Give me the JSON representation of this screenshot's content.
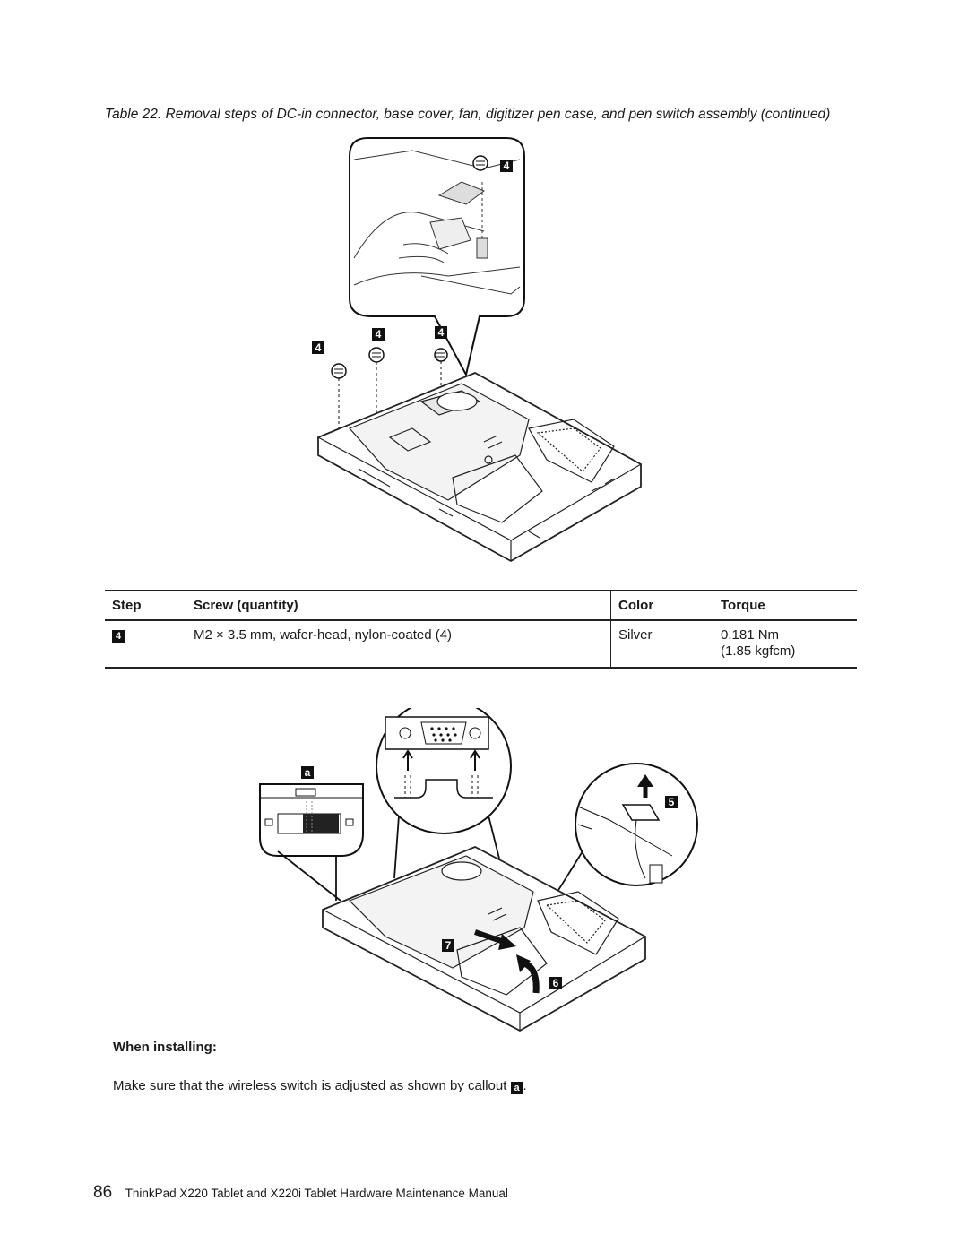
{
  "caption": "Table 22. Removal steps of DC-in connector, base cover, fan, digitizer pen case, and pen switch assembly (continued)",
  "figure_top": {
    "callouts": [
      "4",
      "4",
      "4",
      "4"
    ]
  },
  "table": {
    "headers": [
      "Step",
      "Screw (quantity)",
      "Color",
      "Torque"
    ],
    "rows": [
      {
        "step": "4",
        "screw": "M2 × 3.5 mm, wafer-head, nylon-coated (4)",
        "color": "Silver",
        "torque_line1": "0.181 Nm",
        "torque_line2": "(1.85 kgfcm)"
      }
    ]
  },
  "figure_bottom": {
    "callouts": [
      "a",
      "5",
      "6",
      "7"
    ]
  },
  "when_installing": {
    "title": "When installing:",
    "note_text": "Make sure that the wireless switch is adjusted as shown by callout",
    "note_callout": "a",
    "note_end": "."
  },
  "footer": {
    "page_number": "86",
    "title": "ThinkPad X220 Tablet and X220i Tablet Hardware Maintenance Manual"
  }
}
